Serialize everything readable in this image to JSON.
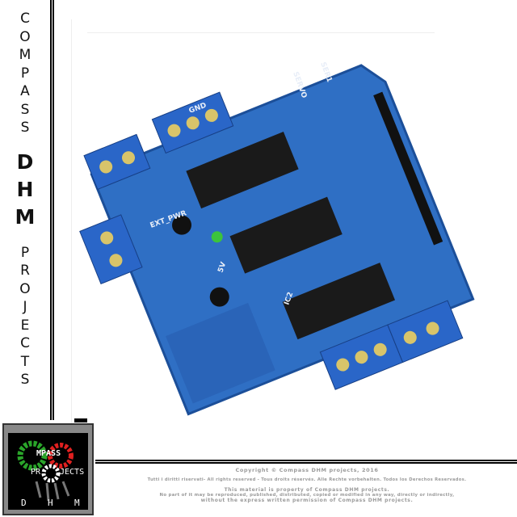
{
  "sidebar": {
    "letters_top": [
      "C",
      "O",
      "M",
      "P",
      "A",
      "S",
      "S"
    ],
    "letters_mid": [
      "D",
      "H",
      "M"
    ],
    "letters_bottom": [
      "P",
      "R",
      "O",
      "J",
      "E",
      "C",
      "T",
      "S"
    ]
  },
  "logo": {
    "text_top": "MPASS",
    "text_mid_left": "PR",
    "text_mid_right": "JECTS",
    "letters": [
      "D",
      "H",
      "M"
    ],
    "colors": {
      "green": "#2aa52a",
      "red": "#e02020",
      "white": "#ffffff"
    }
  },
  "footer": {
    "copyright": "Copyright © Compass DHM projects, 2016",
    "rights": "Tutti i diritti riservati- All rights reserved - Tous droits réservés. Alle Rechte vorbehalten. Todos los Derechos Reservados.",
    "notice": [
      "This material is property of Compass DHM projects.",
      "No part of it may be reproduced, published, distributed, copied or modified in any way, directly or indirectly,",
      "without the express written permission of Compass DHM projects."
    ]
  },
  "photo": {
    "board_color": "#2f6fc4",
    "terminal_color": "#2a66c8",
    "chip_labels": [
      "IC2"
    ],
    "silk_labels": [
      "EXT_PWR",
      "5V",
      "GND",
      "SERVO",
      "SER1"
    ]
  }
}
